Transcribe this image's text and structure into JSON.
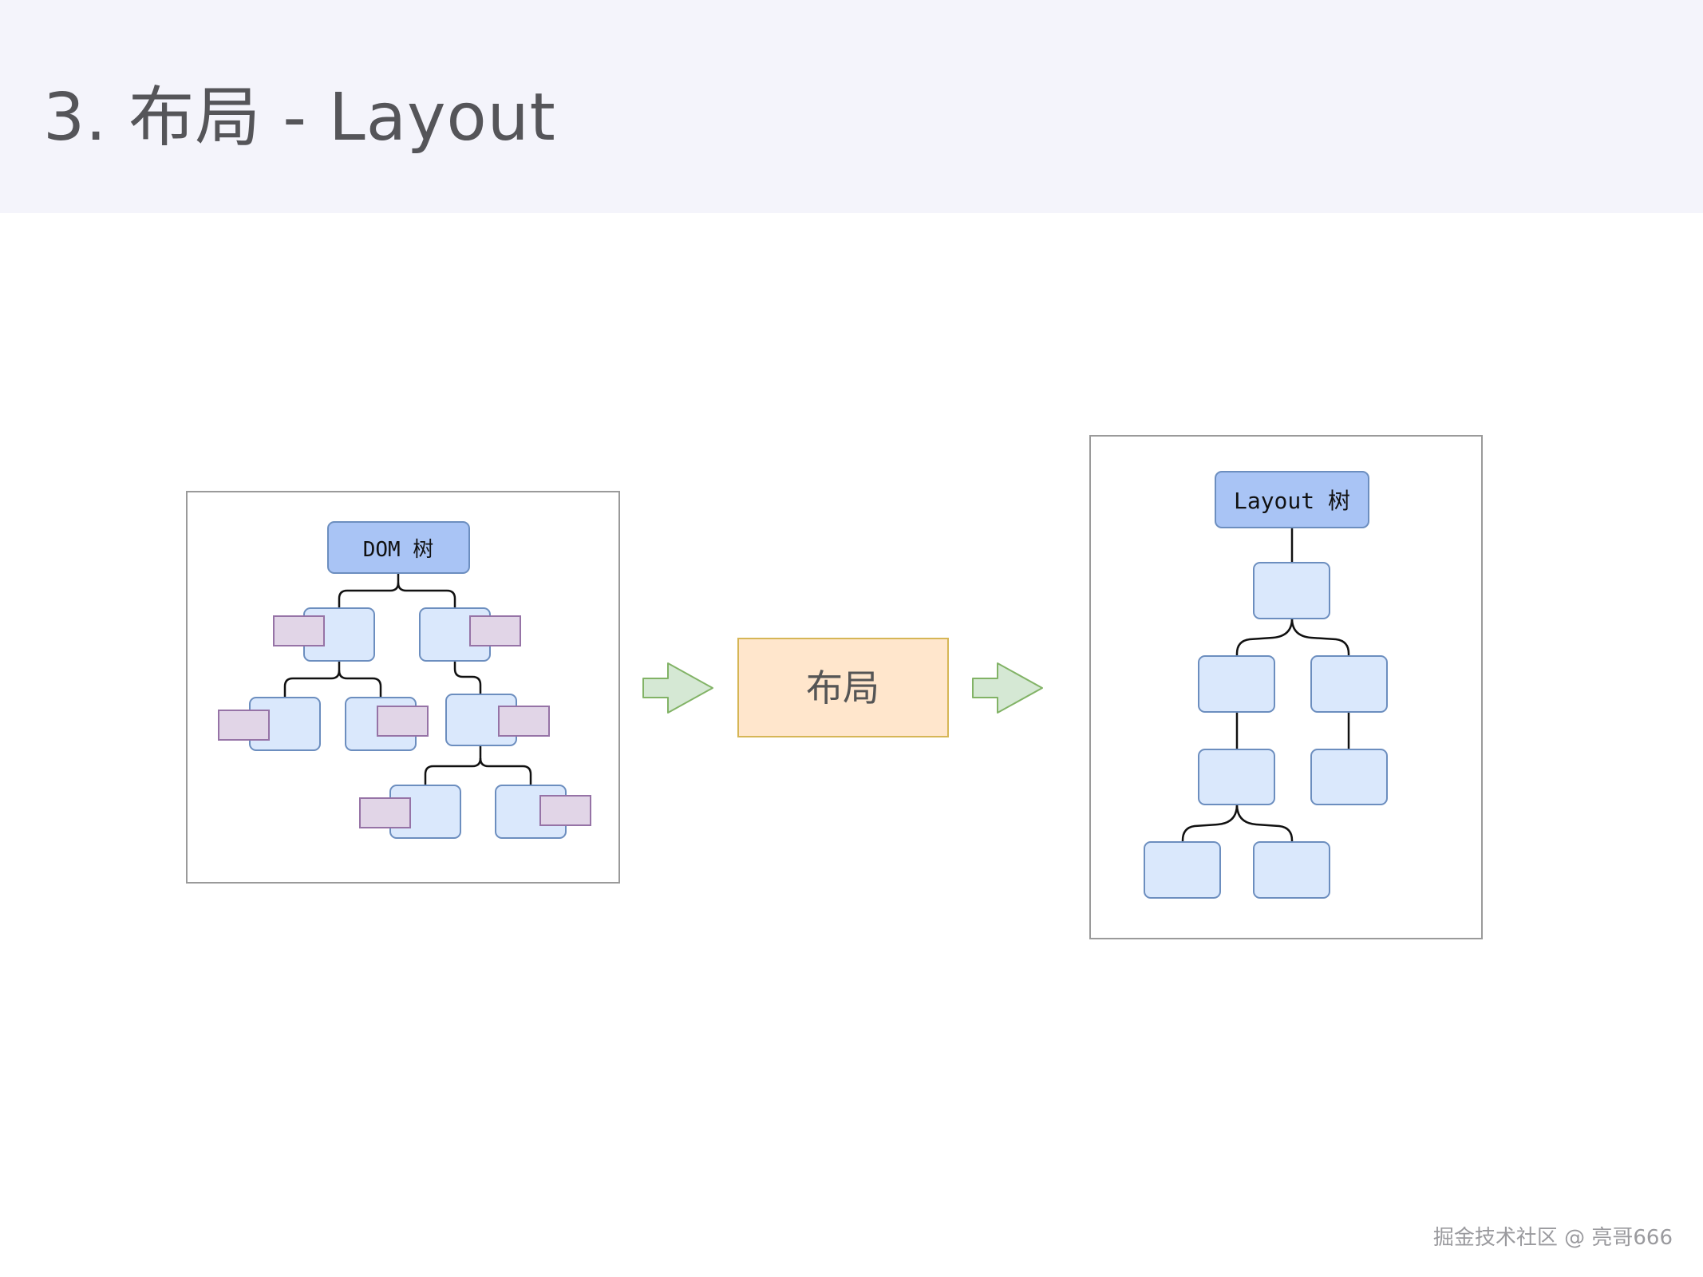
{
  "title": "3. 布局 - Layout",
  "diagram": {
    "dom_tree_label": "DOM 树",
    "process_label": "布局",
    "layout_tree_label": "Layout 树"
  },
  "watermark": "掘金技术社区 @ 亮哥666",
  "colors": {
    "header_bg": "#f4f4fb",
    "root_node_fill": "#a9c4f5",
    "node_fill": "#dae8fc",
    "node_stroke": "#6c8ebf",
    "style_fill": "#e1d5e7",
    "style_stroke": "#9673a6",
    "process_fill": "#ffe6cc",
    "process_stroke": "#d6b656",
    "arrow_fill": "#d5e8d4",
    "arrow_stroke": "#82b366"
  }
}
